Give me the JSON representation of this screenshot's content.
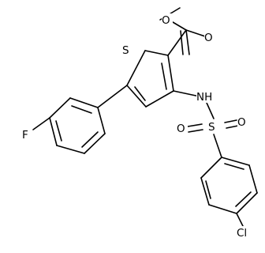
{
  "diagram": {
    "atoms": {
      "ester_o_single": "O",
      "ester_o_double": "O",
      "thiophene_s": "S",
      "nh": "NH",
      "sulfonyl_s": "S",
      "sulfonyl_o_left": "O",
      "sulfonyl_o_right": "O",
      "fluorine": "F",
      "chlorine": "Cl"
    }
  }
}
